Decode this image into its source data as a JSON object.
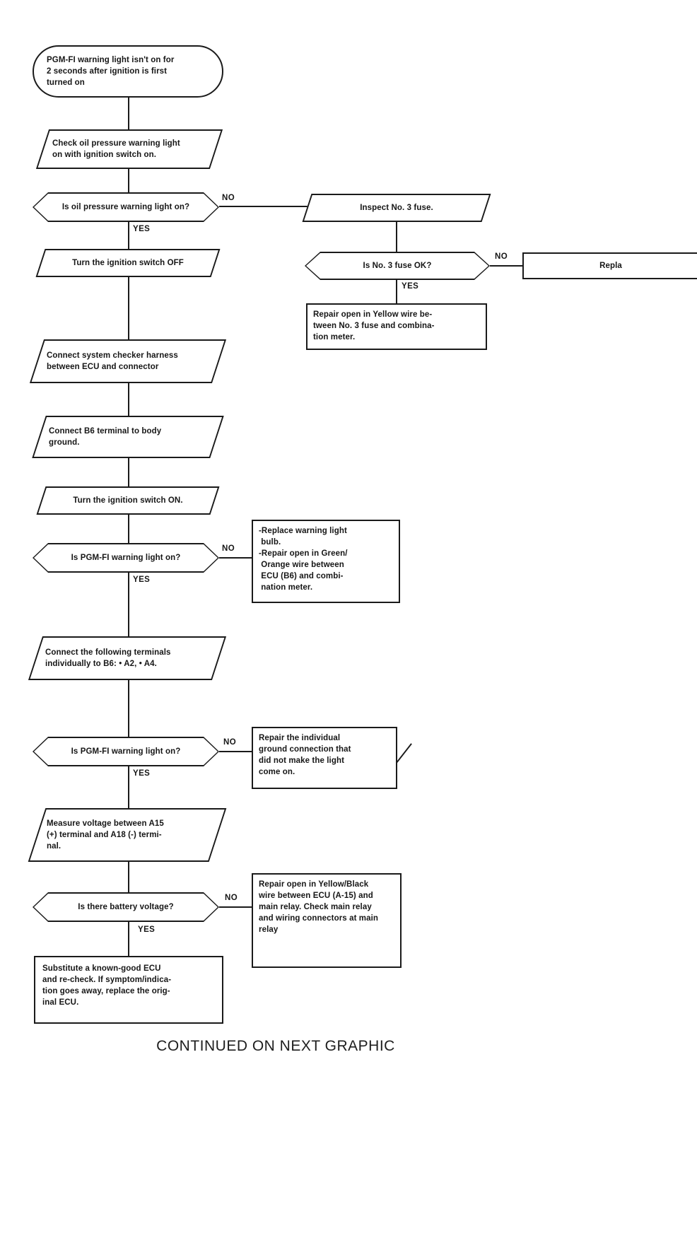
{
  "colors": {
    "ink": "#1a1a1a",
    "background": "#ffffff"
  },
  "labels": {
    "yes": "YES",
    "no": "NO"
  },
  "footer": "CONTINUED ON NEXT GRAPHIC",
  "nodes": {
    "start": {
      "shape": "terminator",
      "text": "PGM-FI warning light isn't on for\n2 seconds after ignition is first\nturned on"
    },
    "check_oil_light": {
      "shape": "parallelogram",
      "text": "Check oil pressure warning light\non with ignition switch on."
    },
    "is_oil_light_on": {
      "shape": "decision",
      "text": "Is oil pressure warning light on?"
    },
    "inspect_fuse": {
      "shape": "parallelogram",
      "text": "Inspect No. 3 fuse."
    },
    "is_fuse_ok": {
      "shape": "decision",
      "text": "Is No. 3 fuse OK?"
    },
    "replace_fuse_cutoff": {
      "shape": "rectangle",
      "text": "Repla"
    },
    "repair_yellow_wire": {
      "shape": "rectangle",
      "text": "Repair open in Yellow wire be-\ntween No. 3 fuse and combina-\ntion meter."
    },
    "turn_ignition_off": {
      "shape": "parallelogram",
      "text": "Turn the ignition switch OFF"
    },
    "connect_checker_harness": {
      "shape": "parallelogram",
      "text": "Connect system checker harness\nbetween ECU and connector"
    },
    "connect_b6_ground": {
      "shape": "parallelogram",
      "text": "Connect B6 terminal to body\nground."
    },
    "turn_ignition_on": {
      "shape": "parallelogram",
      "text": "Turn the ignition switch ON."
    },
    "is_pgmfi_light_on_1": {
      "shape": "decision",
      "text": "Is PGM-FI warning light on?"
    },
    "replace_bulb_repair_wire": {
      "shape": "rectangle",
      "text": "-Replace warning light\n bulb.\n-Repair open in Green/\n Orange wire between\n ECU (B6) and combi-\n nation meter."
    },
    "connect_terminals": {
      "shape": "parallelogram",
      "text": "Connect the following terminals\nindividually to B6: • A2, • A4."
    },
    "is_pgmfi_light_on_2": {
      "shape": "decision",
      "text": "Is PGM-FI warning light on?"
    },
    "repair_ground_connection": {
      "shape": "rectangle",
      "text": "Repair the individual\nground connection that\ndid not make the light\ncome on."
    },
    "measure_voltage": {
      "shape": "parallelogram",
      "text": "Measure voltage between A15\n(+) terminal and A18 (-) termi-\nnal."
    },
    "is_battery_voltage": {
      "shape": "decision",
      "text": "Is there battery voltage?"
    },
    "repair_yellow_black_wire": {
      "shape": "rectangle",
      "text": "Repair open in Yellow/Black\nwire between ECU (A-15) and\nmain relay. Check main relay\nand wiring connectors at main\nrelay"
    },
    "substitute_ecu": {
      "shape": "rectangle",
      "text": "Substitute a known-good ECU\nand re-check. If symptom/indica-\ntion goes away, replace the orig-\ninal ECU."
    }
  }
}
